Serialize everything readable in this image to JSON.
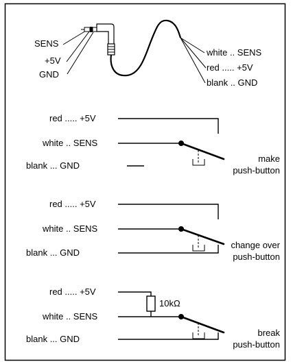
{
  "connector": {
    "plug_labels": {
      "sens": "SENS",
      "v5": "+5V",
      "gnd": "GND"
    },
    "wire_labels": {
      "white": "white .. SENS",
      "red": "red ..... +5V",
      "blank": "blank .. GND"
    }
  },
  "circuits": [
    {
      "red": "red ..... +5V",
      "white": "white .. SENS",
      "blank": "blank ... GND",
      "caption_line1": "make",
      "caption_line2": "push-button"
    },
    {
      "red": "red ..... +5V",
      "white": "white .. SENS",
      "blank": "blank ... GND",
      "caption_line1": "change over",
      "caption_line2": "push-button"
    },
    {
      "red": "red ..... +5V",
      "white": "white .. SENS",
      "blank": "blank ... GND",
      "resistor": "10kΩ",
      "caption_line1": "break",
      "caption_line2": "push-button"
    }
  ]
}
